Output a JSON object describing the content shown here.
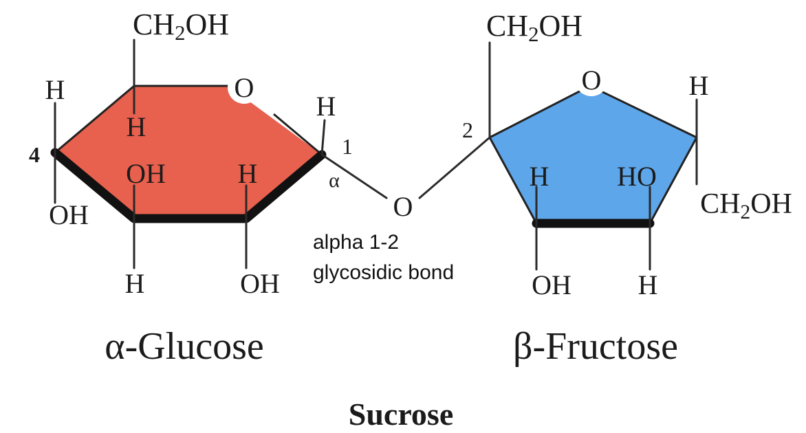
{
  "colors": {
    "glucose_fill": "#e8604e",
    "fructose_fill": "#5ea6ea",
    "ink": "#1b1b1b"
  },
  "glucose": {
    "name": "α-Glucose",
    "labels": {
      "ch2oh": "CH2OH",
      "ring_o": "O",
      "h_c4": "H",
      "c4_num": "4",
      "h_c4_inner": "H",
      "oh_c3_inner": "OH",
      "h_c2_inner": "H",
      "oh_c4": "OH",
      "h_c3": "H",
      "oh_c2": "OH",
      "h_c1": "H",
      "c1_num": "1",
      "alpha": "α"
    }
  },
  "fructose": {
    "name": "β-Fructose",
    "labels": {
      "ch2oh_top": "CH2OH",
      "ring_o": "O",
      "c2_num": "2",
      "h_right": "H",
      "ch2oh_right": "CH2OH",
      "h_inner": "H",
      "ho_inner": "HO",
      "oh_bottom": "OH",
      "h_bottom": "H"
    }
  },
  "bridge": {
    "oxygen": "O",
    "bond_line1": "alpha 1-2",
    "bond_line2": "glycosidic bond"
  },
  "title": "Sucrose"
}
